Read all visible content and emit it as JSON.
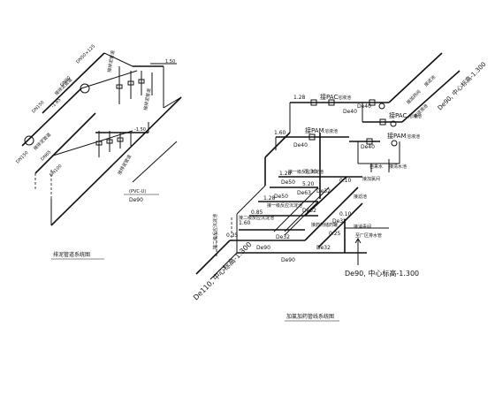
{
  "left_diagram": {
    "title": "排泥管道系统图",
    "pipe_material": "(PVC-U)",
    "pipe_size": "De90",
    "labels": {
      "dn150_a": "DN150",
      "dn150_b": "DN150",
      "dn80": "DN80",
      "dn65": "DN65",
      "dn100": "DN100",
      "dn_elbow": "DN50×125",
      "elev_a": "-1.65",
      "elev_b": "1.50",
      "elev_c": "-1.50",
      "elev_d": "-1.50",
      "elev_e": "1.50",
      "elev_f": "1.50",
      "note_1": "接排泥管道",
      "note_2": "接排泥管道",
      "note_3": "接排泥管道",
      "note_4": "接排泥管道",
      "note_5": "接排泥管道"
    }
  },
  "right_diagram": {
    "title": "加氯加药管线系统图",
    "labels": {
      "pac_1": "接PAC",
      "pac_1_note": "溶液池",
      "pac_2": "接PAC",
      "pac_2_note": "溶液池",
      "pam_1": "接PAM",
      "pam_1_note": "溶液池",
      "pam_2": "接PAM",
      "pam_2_note": "溶液池",
      "de40_a": "De40",
      "de40_b": "De40",
      "de40_c": "De40",
      "de40_d": "De40",
      "de50_a": "De50",
      "de50_b": "De50",
      "de63": "De63",
      "de32_a": "De32",
      "de32_b": "De32",
      "de32_c": "De32",
      "de32_d": "De32",
      "de32_e": "De32",
      "de90_a": "De90",
      "de90_b": "De90",
      "de110": "De110, 中心标高-1.300",
      "de90_main": "De90, 中心标高-1.300",
      "de90_right": "De90, 中心标高-1.300",
      "el_128_a": "1.28",
      "el_160_a": "1.60",
      "el_128_b": "1.28",
      "el_128_c": "1.28",
      "el_160_b": "1.60",
      "el_530": "5.30",
      "el_520": "5.20",
      "el_010_a": "0.10",
      "el_010_b": "0.10",
      "el_085": "0.85",
      "el_035": "0.35",
      "el_025": "0.25",
      "note_to_plant": "至厂区排水管",
      "note_a": "接一级反应沉淀池",
      "note_b": "接一级反应沉淀池",
      "note_c": "接二级反应沉淀池",
      "note_d": "接二级反应沉淀池",
      "note_e": "接加氯间",
      "note_f": "接滤池",
      "note_g": "自来水",
      "note_h": "接清水池",
      "note_i": "接加药间",
      "note_j": "接滤池",
      "note_k": "接药剂储药罐",
      "note_l": "接消毒间",
      "note_m": "接溶液池"
    }
  }
}
